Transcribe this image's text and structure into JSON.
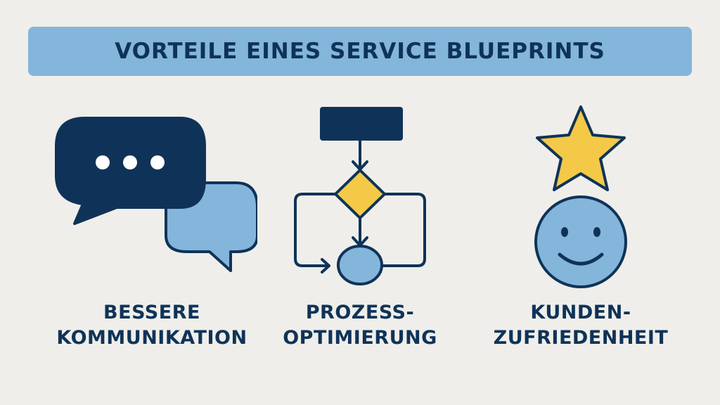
{
  "title": "VORTEILE EINES SERVICE BLUEPRINTS",
  "colors": {
    "background": "#efeeea",
    "banner": "#84b5db",
    "navy": "#0f3358",
    "light_blue": "#84b5db",
    "yellow": "#f3c947"
  },
  "benefits": [
    {
      "icon": "speech-bubbles-icon",
      "line1": "BESSERE",
      "line2": "KOMMUNIKATION"
    },
    {
      "icon": "flowchart-icon",
      "line1": "PROZESS-",
      "line2": "OPTIMIERUNG"
    },
    {
      "icon": "smiley-star-icon",
      "line1": "KUNDEN-",
      "line2": "ZUFRIEDENHEIT"
    }
  ]
}
